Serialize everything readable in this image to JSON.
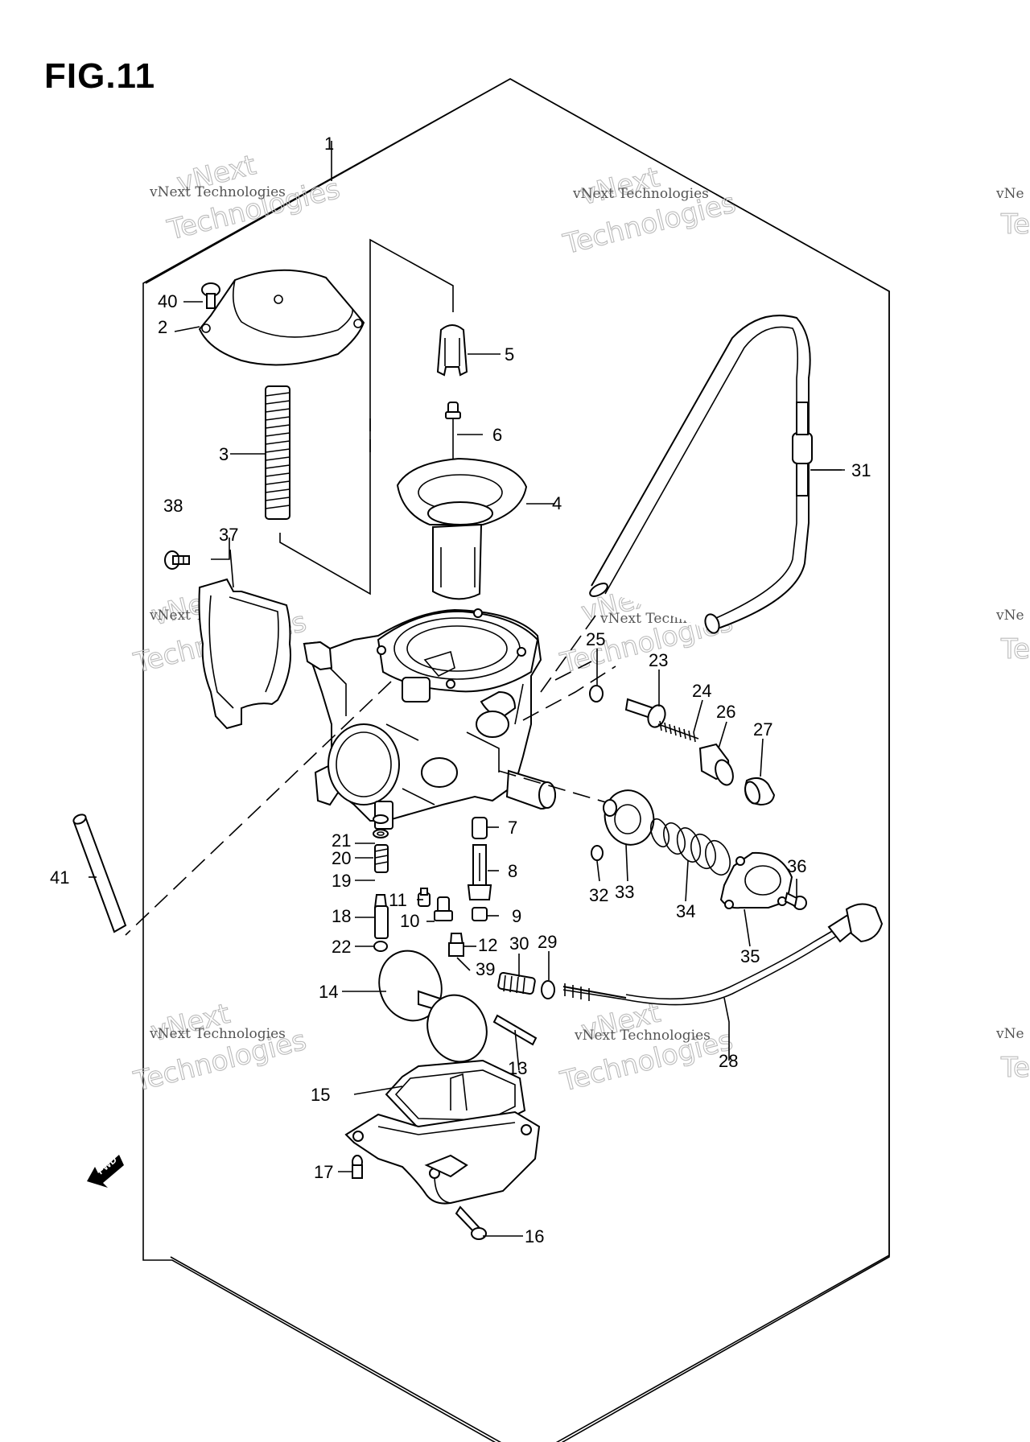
{
  "figure": {
    "title": "FIG.11"
  },
  "watermark": {
    "line1": "vNext Technologies",
    "line2": "vNext",
    "line3": "Technologies",
    "edge1": "vNe",
    "edge2": "Tec"
  },
  "fwd_label": "FWD",
  "callouts": {
    "c1": "1",
    "c2": "2",
    "c3": "3",
    "c4": "4",
    "c5": "5",
    "c6": "6",
    "c7": "7",
    "c8": "8",
    "c9": "9",
    "c10": "10",
    "c11": "11",
    "c12": "12",
    "c13": "13",
    "c14": "14",
    "c15": "15",
    "c16": "16",
    "c17": "17",
    "c18": "18",
    "c19": "19",
    "c20": "20",
    "c21": "21",
    "c22": "22",
    "c23": "23",
    "c24": "24",
    "c25": "25",
    "c26": "26",
    "c27": "27",
    "c28": "28",
    "c29": "29",
    "c30": "30",
    "c31": "31",
    "c32": "32",
    "c33": "33",
    "c34": "34",
    "c35": "35",
    "c36": "36",
    "c37": "37",
    "c38": "38",
    "c39": "39",
    "c40": "40",
    "c41": "41"
  }
}
